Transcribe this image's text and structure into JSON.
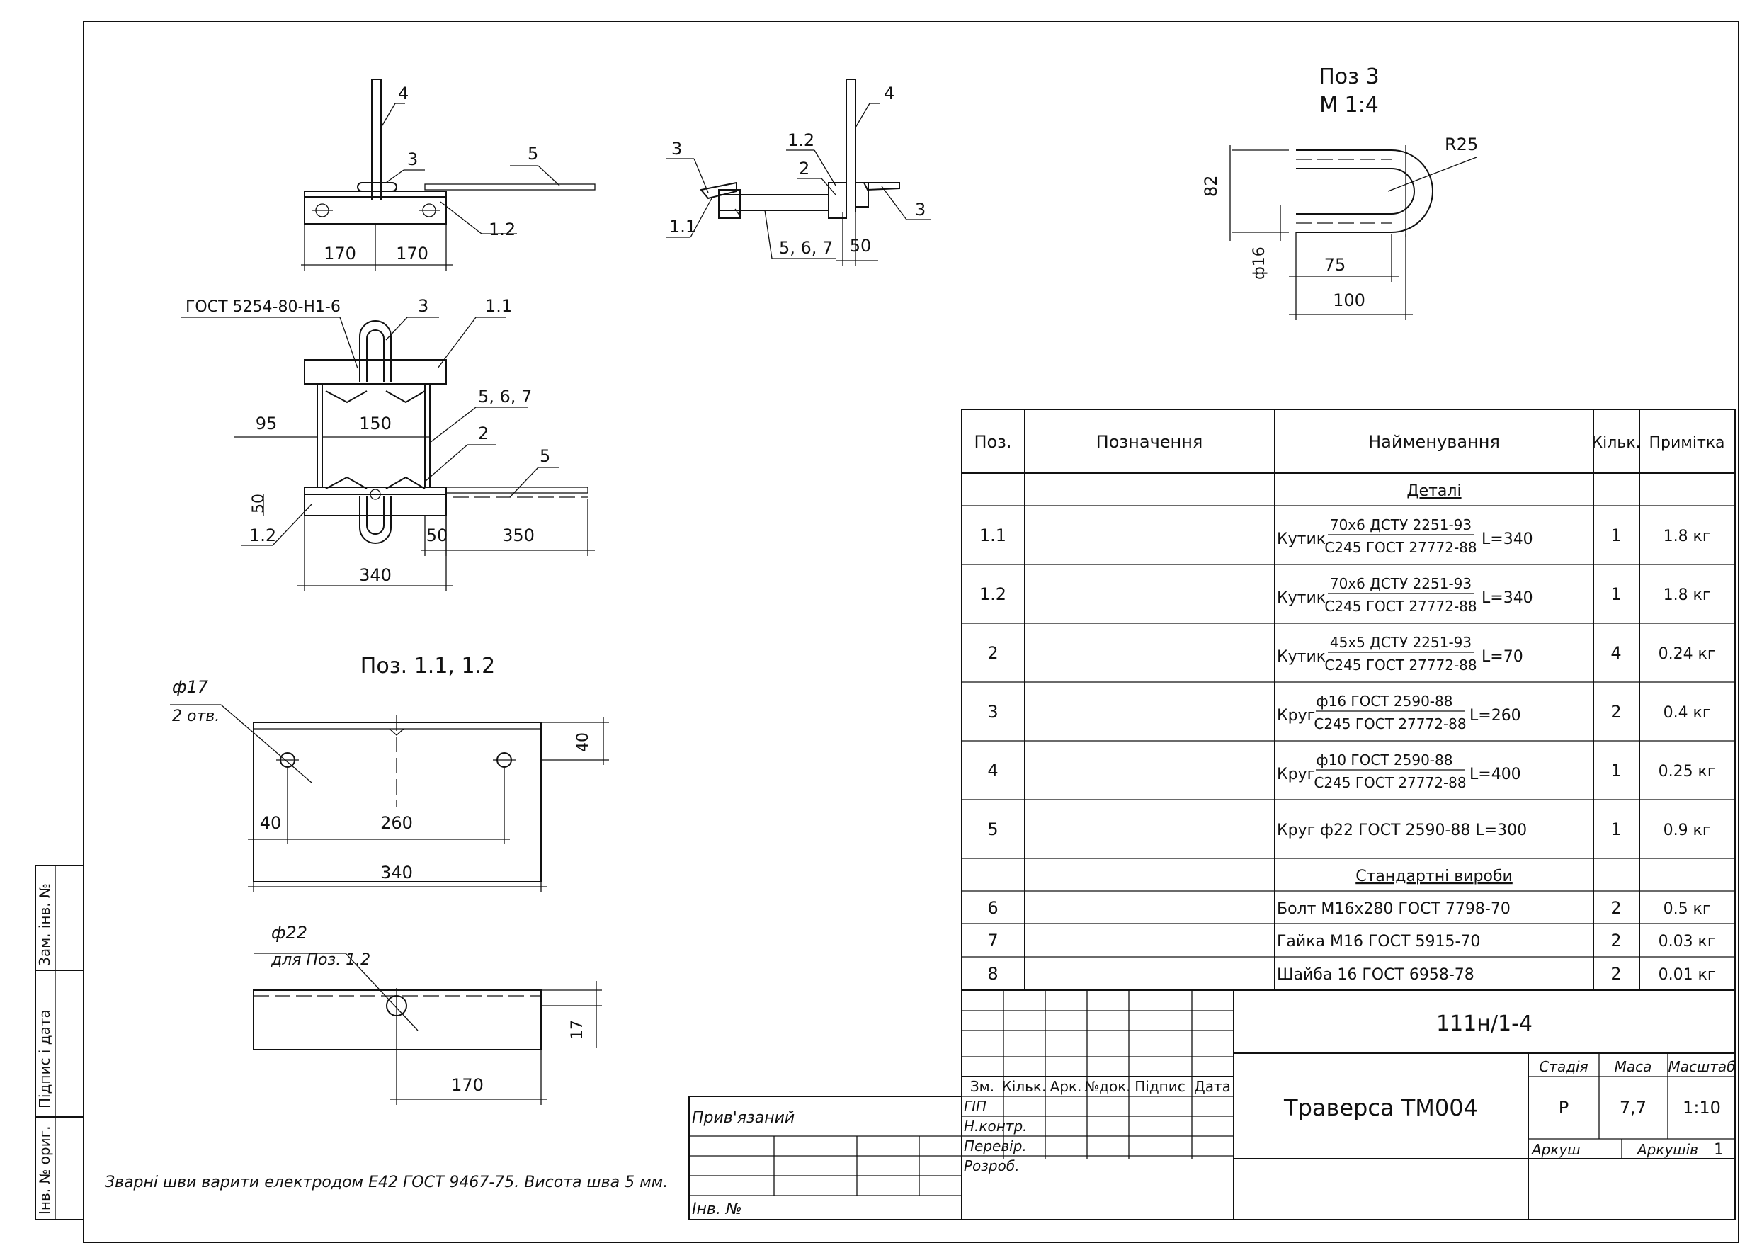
{
  "drawing": {
    "code": "111н/1-4",
    "title": "Траверса ТМ004",
    "note": "Зварні шви варити електродом Е42 ГОСТ 9467-75. Висота шва 5 мм."
  },
  "views": {
    "top": {
      "dims": [
        "170",
        "170"
      ],
      "labels": [
        "4",
        "3",
        "5",
        "1.2"
      ]
    },
    "side": {
      "dims": [
        "50"
      ],
      "labels": [
        "4",
        "1.2",
        "2",
        "3",
        "3",
        "1.1",
        "5, 6, 7"
      ]
    },
    "pos3": {
      "title1": "Поз 3",
      "title2": "М 1:4",
      "dims": [
        "R25",
        "82",
        "ф16",
        "75",
        "100"
      ]
    },
    "plan": {
      "labels": [
        "ГОСТ 5254-80-Н1-6",
        "3",
        "1.1",
        "5, 6, 7",
        "2",
        "5",
        "1.2"
      ],
      "dims": [
        "95",
        "150",
        "50",
        "50",
        "350",
        "340"
      ]
    },
    "pos11": {
      "title": "Поз. 1.1, 1.2",
      "hole": "ф17",
      "hole_count": "2 отв.",
      "dims": [
        "40",
        "40",
        "260",
        "340"
      ]
    },
    "pos12": {
      "hole": "ф22",
      "hole_note": "для Поз. 1.2",
      "dims": [
        "17",
        "170"
      ]
    }
  },
  "spec": {
    "headers": [
      "Поз.",
      "Позначення",
      "Найменування",
      "Кільк.",
      "Примітка"
    ],
    "section_details": "Деталі",
    "section_standard": "Стандартні вироби",
    "rows": [
      {
        "pos": "1.1",
        "name": "Кутик",
        "top": "70х6 ДСТУ 2251-93",
        "bottom": "С245 ГОСТ 27772-88",
        "len": "L=340",
        "qty": "1",
        "note": "1.8 кг"
      },
      {
        "pos": "1.2",
        "name": "Кутик",
        "top": "70х6 ДСТУ 2251-93",
        "bottom": "С245 ГОСТ 27772-88",
        "len": "L=340",
        "qty": "1",
        "note": "1.8 кг"
      },
      {
        "pos": "2",
        "name": "Кутик",
        "top": "45х5 ДСТУ 2251-93",
        "bottom": "С245 ГОСТ 27772-88",
        "len": "L=70",
        "qty": "4",
        "note": "0.24 кг"
      },
      {
        "pos": "3",
        "name": "Круг",
        "top": "ф16 ГОСТ 2590-88",
        "bottom": "С245 ГОСТ 27772-88",
        "len": "L=260",
        "qty": "2",
        "note": "0.4 кг"
      },
      {
        "pos": "4",
        "name": "Круг",
        "top": "ф10 ГОСТ 2590-88",
        "bottom": "С245 ГОСТ 27772-88",
        "len": "L=400",
        "qty": "1",
        "note": "0.25 кг"
      },
      {
        "pos": "5",
        "name": "Круг ф22 ГОСТ 2590-88 L=300",
        "qty": "1",
        "note": "0.9 кг"
      }
    ],
    "std_rows": [
      {
        "pos": "6",
        "name": "Болт М16х280 ГОСТ 7798-70",
        "qty": "2",
        "note": "0.5 кг"
      },
      {
        "pos": "7",
        "name": "Гайка М16 ГОСТ 5915-70",
        "qty": "2",
        "note": "0.03 кг"
      },
      {
        "pos": "8",
        "name": "Шайба 16 ГОСТ 6958-78",
        "qty": "2",
        "note": "0.01 кг"
      }
    ]
  },
  "stamp": {
    "cols": [
      "Зм.",
      "Кільк.",
      "Арк.",
      "№док.",
      "Підпис",
      "Дата"
    ],
    "roles": [
      "ГІП",
      "Н.контр.",
      "Перевір.",
      "Розроб."
    ],
    "bound": "Прив'язаний",
    "inv": "Інв. №",
    "stage_label": "Стадія",
    "stage": "Р",
    "mass_label": "Маса",
    "mass": "7,7",
    "scale_label": "Масштаб",
    "scale": "1:10",
    "sheet_label": "Аркуш",
    "sheets_label": "Аркушів",
    "sheets": "1"
  },
  "side_stamp": [
    "Зам. інв. №",
    "Підпис і дата",
    "Інв. № ориг."
  ]
}
